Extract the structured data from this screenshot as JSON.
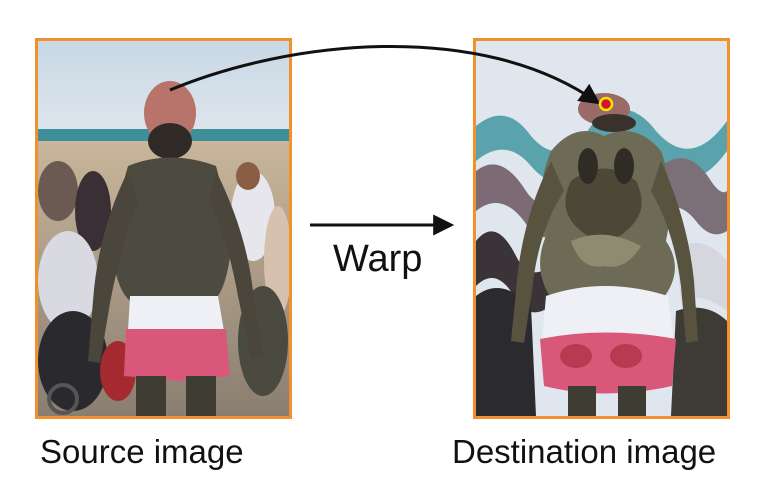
{
  "labels": {
    "source": "Source image",
    "destination": "Destination image",
    "warp": "Warp"
  },
  "colors": {
    "frame_border": "#f0912e",
    "arrow": "#111111",
    "marker_fill": "#d4142a",
    "marker_ring": "#f5e400"
  }
}
